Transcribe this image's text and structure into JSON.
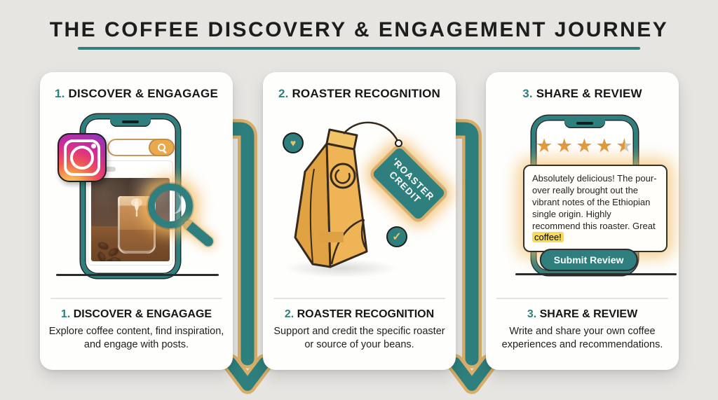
{
  "title": "THE COFFEE DISCOVERY & ENGAGEMENT JOURNEY",
  "colors": {
    "teal": "#2E7F7D",
    "gold": "#D8AE69",
    "orange": "#E8A94F",
    "star": "#E0983C",
    "bg": "#E6E5E2",
    "highlight": "#F6DB5A"
  },
  "icons": {
    "heart": "♥",
    "check": "✓",
    "star": "★"
  },
  "cards": [
    {
      "number": "1.",
      "title": "DISCOVER & ENGAGAGE",
      "description": "Explore coffee content, find inspiration, and engage with posts."
    },
    {
      "number": "2.",
      "title": "ROASTER RECOGNITION",
      "description": "Support and credit the specific roaster or source of your beans.",
      "tag": {
        "line1": "'ROASTER",
        "line2": "CREDIT"
      }
    },
    {
      "number": "3.",
      "title": "SHARE & REVIEW",
      "description": "Write and share your own coffee experiences and recommendations.",
      "rating": 4.5,
      "review": {
        "text": "Absolutely delicious! The pour-over really brought out the vibrant notes of the Ethiopian single origin. Highly recommend this roaster. Great ",
        "highlight": "coffee!"
      },
      "submit_label": "Submit Review"
    }
  ]
}
